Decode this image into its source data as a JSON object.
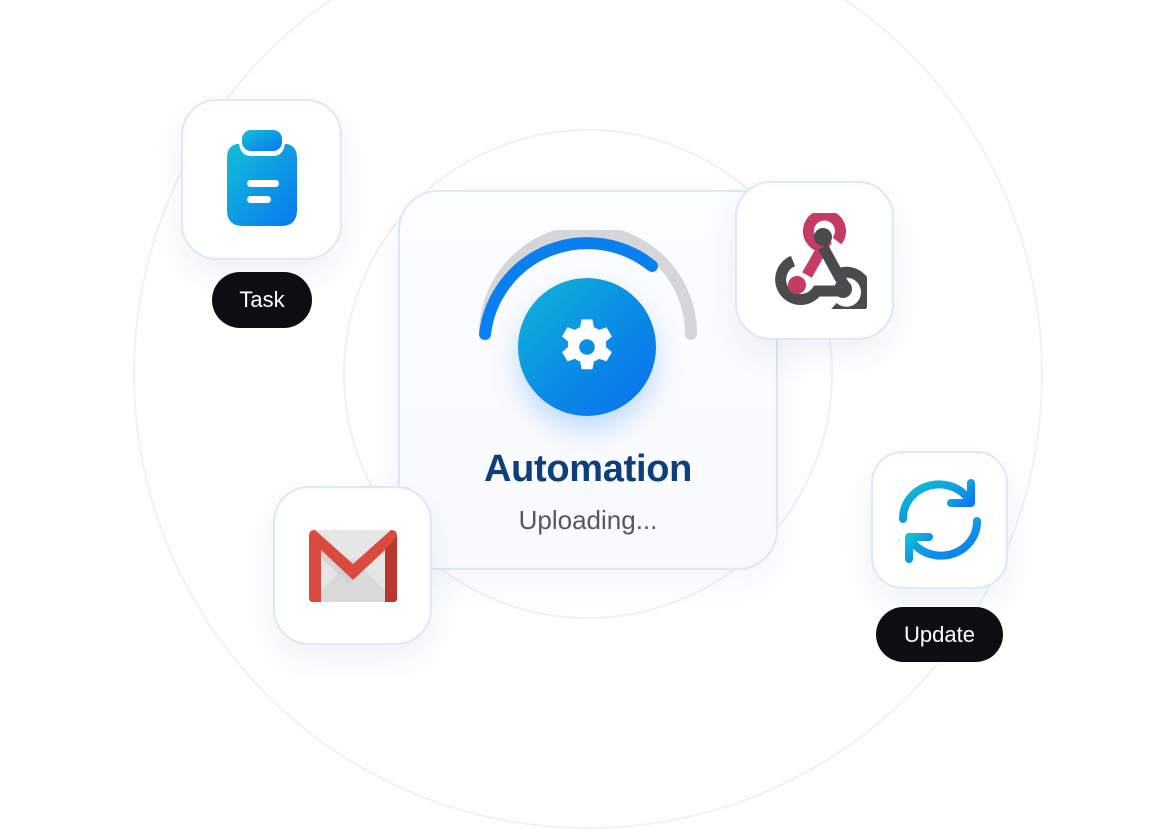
{
  "main_card": {
    "title": "Automation",
    "status": "Uploading...",
    "icon": "gear-icon",
    "progress": {
      "track_color": "#d4d6da",
      "fill_color": "#0a7ff0",
      "fill_fraction": 0.7
    },
    "title_color": "#0d3f7a",
    "status_color": "#545861"
  },
  "apps": [
    {
      "id": "task",
      "icon": "clipboard-icon",
      "label": "Task"
    },
    {
      "id": "webhook",
      "icon": "webhook-icon"
    },
    {
      "id": "gmail",
      "icon": "gmail-icon"
    },
    {
      "id": "update",
      "icon": "sync-icon",
      "label": "Update"
    }
  ],
  "colors": {
    "accent_blue": "#0a8ae6",
    "accent_cyan": "#10b7d8",
    "webhook_pink": "#c73a63",
    "webhook_gray": "#4b4b4d",
    "gmail_red": "#db4a3f",
    "pill_bg": "#0c0e11",
    "card_border": "#dde8fb"
  }
}
